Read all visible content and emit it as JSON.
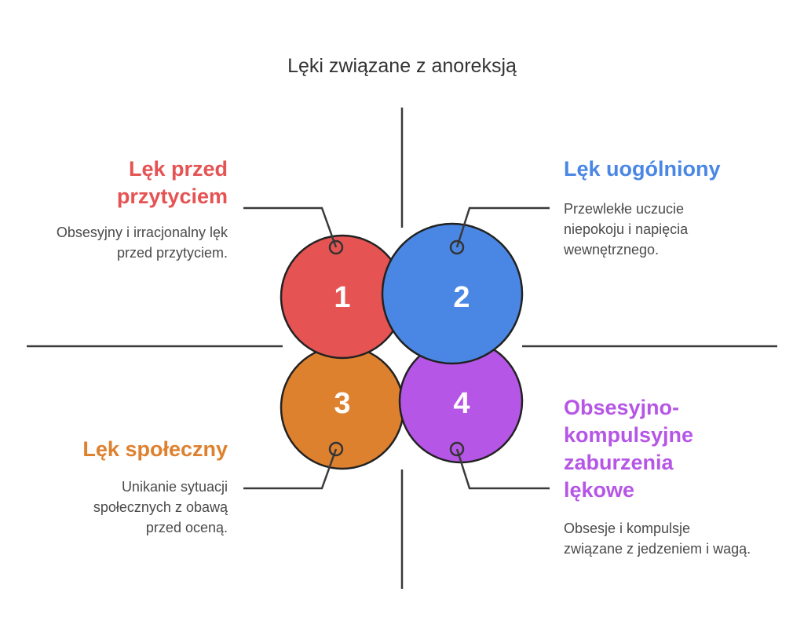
{
  "title": "Lęki związane z anoreksją",
  "colors": {
    "red": "#e55353",
    "blue": "#4a87e4",
    "orange": "#de812f",
    "purple": "#b656e6",
    "line": "#3a3a3a"
  },
  "items": [
    {
      "number": "1",
      "heading": "Lęk przed przytyciem",
      "description": "Obsesyjny i irracjonalny lęk przed przytyciem."
    },
    {
      "number": "2",
      "heading": "Lęk uogólniony",
      "description": "Przewlekłe uczucie niepokoju i napięcia wewnętrznego."
    },
    {
      "number": "3",
      "heading": "Lęk społeczny",
      "description": "Unikanie sytuacji społecznych z obawą przed oceną."
    },
    {
      "number": "4",
      "heading": "Obsesyjno-kompulsyjne zaburzenia lękowe",
      "description": "Obsesje i kompulsje związane z jedzeniem i wagą."
    }
  ]
}
